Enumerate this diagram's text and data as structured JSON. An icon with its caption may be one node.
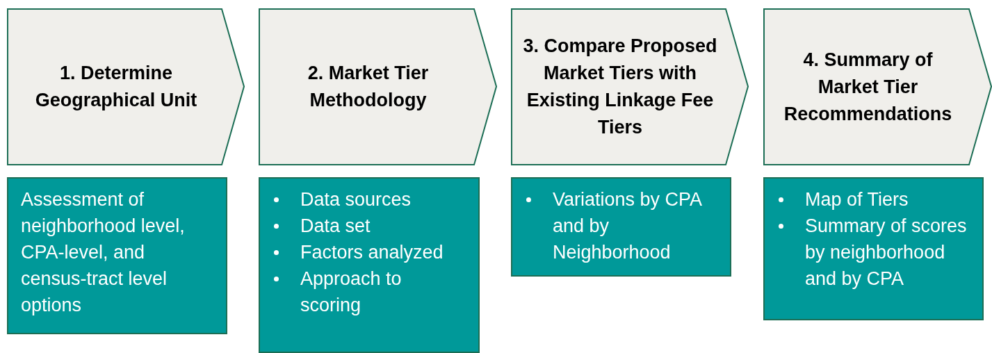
{
  "diagram": {
    "nodes": [
      {
        "text": [
          "1. Determine Geographical Unit"
        ]
      },
      {
        "text": [
          "2. Market Tier Methodology"
        ]
      },
      {
        "text": [
          "3. Compare Proposed Market Tiers with Existing Linkage Fee Tiers"
        ]
      },
      {
        "text": [
          "4. Summary of Market Tier Recommendations"
        ]
      },
      {
        "text": [
          "Assessment of neighborhood level, CPA-level, and census-tract level options"
        ]
      },
      {
        "text": [
          "Data sources",
          "Data set",
          "Factors analyzed",
          "Approach to scoring"
        ]
      },
      {
        "text": [
          "Variations by CPA and by Neighborhood"
        ]
      },
      {
        "text": [
          "Map of Tiers",
          "Summary of scores by neighborhood and by CPA"
        ]
      }
    ],
    "edges": []
  }
}
